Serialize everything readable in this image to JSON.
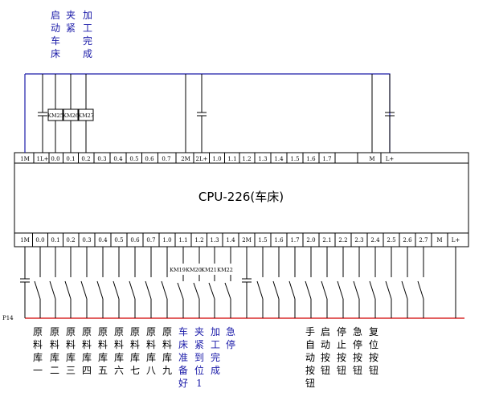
{
  "plc": {
    "title": "CPU-226(车床)",
    "top_terminals": [
      "1M",
      "1L+",
      "0.0",
      "0.1",
      "0.2",
      "0.3",
      "0.4",
      "0.5",
      "0.6",
      "0.7",
      "2M",
      "2L+",
      "1.0",
      "1.1",
      "1.2",
      "1.3",
      "1.4",
      "1.5",
      "1.6",
      "1.7",
      "",
      "M",
      "L+"
    ],
    "bottom_terminals": [
      "1M",
      "0.0",
      "0.1",
      "0.2",
      "0.3",
      "0.4",
      "0.5",
      "0.6",
      "0.7",
      "1.0",
      "1.1",
      "1.2",
      "1.3",
      "1.4",
      "2M",
      "1.5",
      "1.6",
      "1.7",
      "2.0",
      "2.1",
      "2.2",
      "2.3",
      "2.4",
      "2.5",
      "2.6",
      "2.7",
      "M",
      "L+"
    ]
  },
  "top_labels": {
    "blue": [
      {
        "text": "启动车床",
        "color": "#1a1aa8"
      },
      {
        "text": "夹紧",
        "color": "#1a1aa8"
      },
      {
        "text": "加工完成",
        "color": "#1a1aa8"
      }
    ]
  },
  "output_coils": [
    "KM25",
    "KM26",
    "KM27"
  ],
  "input_coils": [
    "KM19",
    "KM20",
    "KM21",
    "KM22"
  ],
  "rail_label": "P14",
  "bottom_labels": [
    {
      "text": "原料库一",
      "color": "#000000"
    },
    {
      "text": "原料库二",
      "color": "#000000"
    },
    {
      "text": "原料库三",
      "color": "#000000"
    },
    {
      "text": "原料库四",
      "color": "#000000"
    },
    {
      "text": "原料库五",
      "color": "#000000"
    },
    {
      "text": "原料库六",
      "color": "#000000"
    },
    {
      "text": "原料库七",
      "color": "#000000"
    },
    {
      "text": "原料库八",
      "color": "#000000"
    },
    {
      "text": "原料库九",
      "color": "#000000"
    },
    {
      "text": "车床准备好",
      "color": "#1a1aa8"
    },
    {
      "text": "夹紧到位1",
      "color": "#1a1aa8"
    },
    {
      "text": "加工完成",
      "color": "#1a1aa8"
    },
    {
      "text": "急停",
      "color": "#1a1aa8"
    },
    {
      "text": "手自动按钮",
      "color": "#000000"
    },
    {
      "text": "启动按钮",
      "color": "#000000"
    },
    {
      "text": "停止按钮",
      "color": "#000000"
    },
    {
      "text": "急停按钮",
      "color": "#000000"
    },
    {
      "text": "复位按钮",
      "color": "#000000"
    }
  ],
  "colors": {
    "wire": "#000000",
    "top_bus": "#1a1aa8",
    "bottom_bus": "#d00000"
  }
}
